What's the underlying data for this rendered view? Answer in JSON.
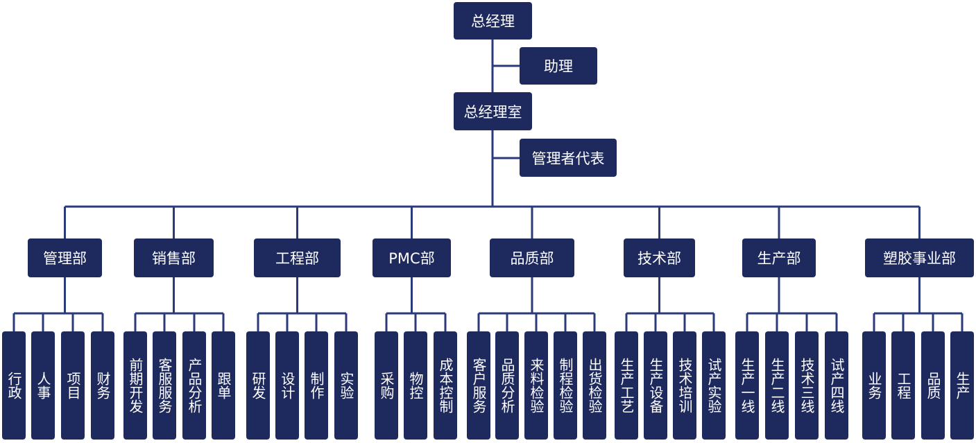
{
  "chart": {
    "top": "总经理",
    "assistant": "助理",
    "office": "总经理室",
    "representative": "管理者代表",
    "departments": [
      {
        "name": "管理部",
        "subs": [
          "行政",
          "人事",
          "项目",
          "财务"
        ]
      },
      {
        "name": "销售部",
        "subs": [
          "前期开发",
          "客服服务",
          "产品分析",
          "跟单"
        ]
      },
      {
        "name": "工程部",
        "subs": [
          "研发",
          "设计",
          "制作",
          "实验"
        ]
      },
      {
        "name": "PMC部",
        "subs": [
          "采购",
          "物控",
          "成本控制"
        ]
      },
      {
        "name": "品质部",
        "subs": [
          "客户服务",
          "品质分析",
          "来料检验",
          "制程检验",
          "出货检验"
        ]
      },
      {
        "name": "技术部",
        "subs": [
          "生产工艺",
          "生产设备",
          "技术培训",
          "试产实验"
        ]
      },
      {
        "name": "生产部",
        "subs": [
          "生产一线",
          "生产二线",
          "技术三线",
          "试产四线"
        ]
      },
      {
        "name": "塑胶事业部",
        "subs": [
          "业务",
          "工程",
          "品质",
          "生产"
        ]
      }
    ]
  },
  "colors": {
    "box": "#1e2a5e",
    "line": "#2a3a7a",
    "text": "#ffffff"
  }
}
